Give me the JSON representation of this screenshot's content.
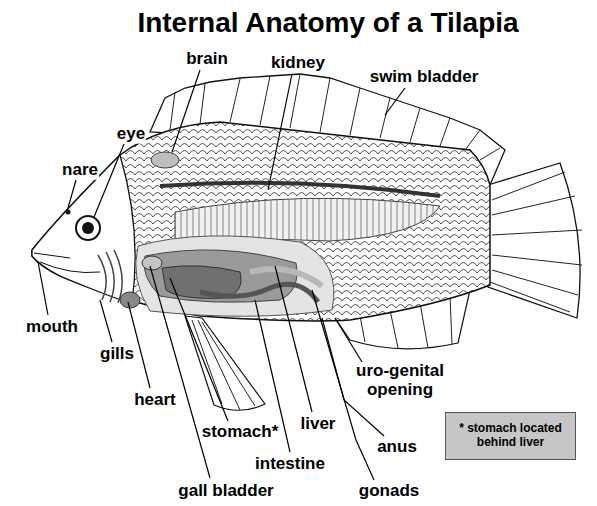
{
  "diagram": {
    "title": "Internal Anatomy of a Tilapia",
    "nodes": [
      {
        "text": [
          "* stomach located behind liver"
        ]
      }
    ],
    "labels": [
      "brain",
      "kidney",
      "swim bladder",
      "eye",
      "nare",
      "mouth",
      "gills",
      "heart",
      "stomach*",
      "liver",
      "uro-genital opening",
      "intestine",
      "anus",
      "gall bladder",
      "gonads"
    ]
  }
}
